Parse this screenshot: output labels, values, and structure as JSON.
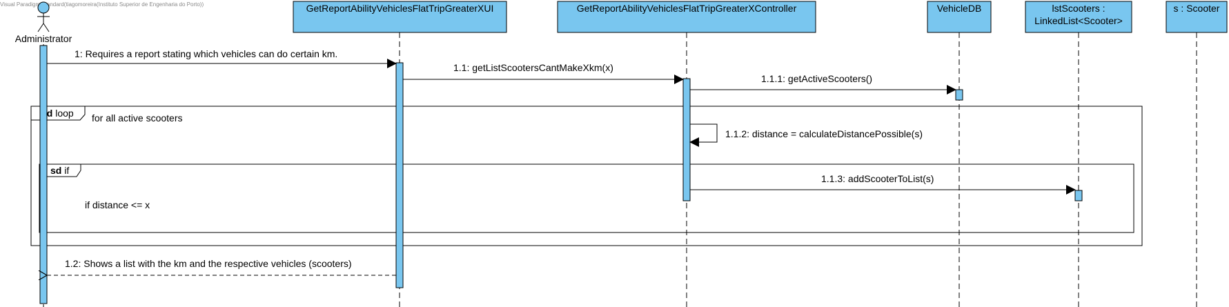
{
  "watermark": "Visual Paradigm Standard(tiagomoreira(Instituto Superior de Engenharia do Porto))",
  "colors": {
    "box_fill": "#79c6ef",
    "box_stroke": "#000000",
    "line": "#000000"
  },
  "actor": {
    "name": "Administrator",
    "icon": "actor-stick-figure-icon"
  },
  "lifelines": [
    {
      "lines": [
        "GetReportAbilityVehiclesFlatTripGreaterXUI"
      ]
    },
    {
      "lines": [
        "GetReportAbilityVehiclesFlatTripGreaterXController"
      ]
    },
    {
      "lines": [
        "VehicleDB"
      ]
    },
    {
      "lines": [
        "lstScooters :",
        "LinkedList<Scooter>"
      ]
    },
    {
      "lines": [
        "s : Scooter"
      ]
    }
  ],
  "messages": {
    "m1": "1: Requires a report stating which vehicles can do certain km.",
    "m11": "1.1: getListScootersCantMakeXkm(x)",
    "m111": "1.1.1: getActiveScooters()",
    "m112": "1.1.2: distance = calculateDistancePossible(s)",
    "m113": "1.1.3: addScooterToList(s)",
    "m12": "1.2: Shows a list with the km and the respective vehicles (scooters)"
  },
  "fragments": {
    "loop": {
      "keyword": "sd",
      "name": "loop",
      "guard": "for all active scooters"
    },
    "if": {
      "keyword": "sd",
      "name": "if",
      "guard": "if distance <= x"
    }
  }
}
